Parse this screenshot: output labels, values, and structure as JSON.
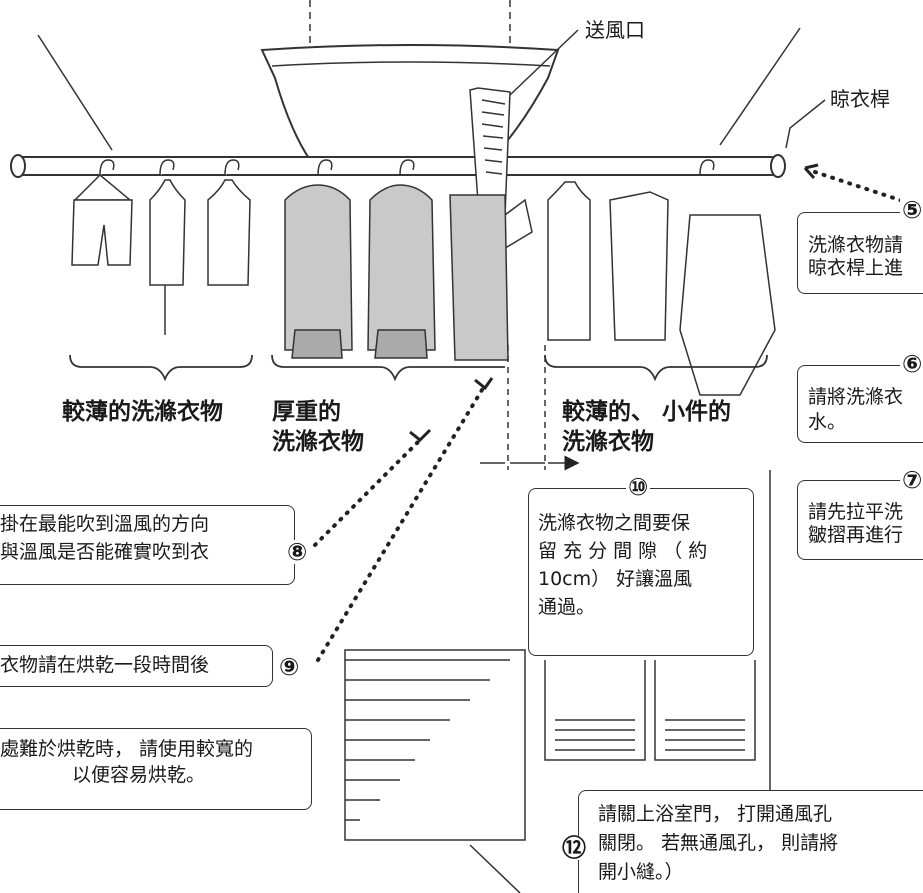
{
  "labels": {
    "outlet": "送風口",
    "rod": "晾衣桿",
    "thin_laundry": "較薄的洗滌衣物",
    "heavy_line1": "厚重的",
    "heavy_line2": "洗滌衣物",
    "thin_small_line1": "較薄的、 小件的",
    "thin_small_line2": "洗滌衣物"
  },
  "notes": {
    "n5": {
      "num": "⑤",
      "line1": "洗滌衣物請",
      "line2": "晾衣桿上進"
    },
    "n6": {
      "num": "⑥",
      "line1": "請將洗滌衣",
      "line2": "水。"
    },
    "n7": {
      "num": "⑦",
      "line1": "請先拉平洗",
      "line2": "皺摺再進行"
    },
    "n8": {
      "num": "⑧",
      "line1": "掛在最能吹到溫風的方向",
      "line2": "與溫風是否能確實吹到衣"
    },
    "n9": {
      "num": "⑨",
      "line1": "衣物請在烘乾一段時間後"
    },
    "n11": {
      "line1": "處難於烘乾時， 請使用較寬的",
      "line2": "以便容易烘乾。"
    },
    "n10": {
      "num": "⑩",
      "line1": "洗滌衣物之間要保",
      "line2": "留 充 分 間 隙 （ 約",
      "line3": "10cm） 好讓溫風",
      "line4": "通過。"
    },
    "n12": {
      "num": "⑫",
      "line1": "請關上浴室門， 打開通風孔",
      "line2": "關閉。 若無通風孔， 則請將",
      "line3": "開小縫。）"
    }
  }
}
